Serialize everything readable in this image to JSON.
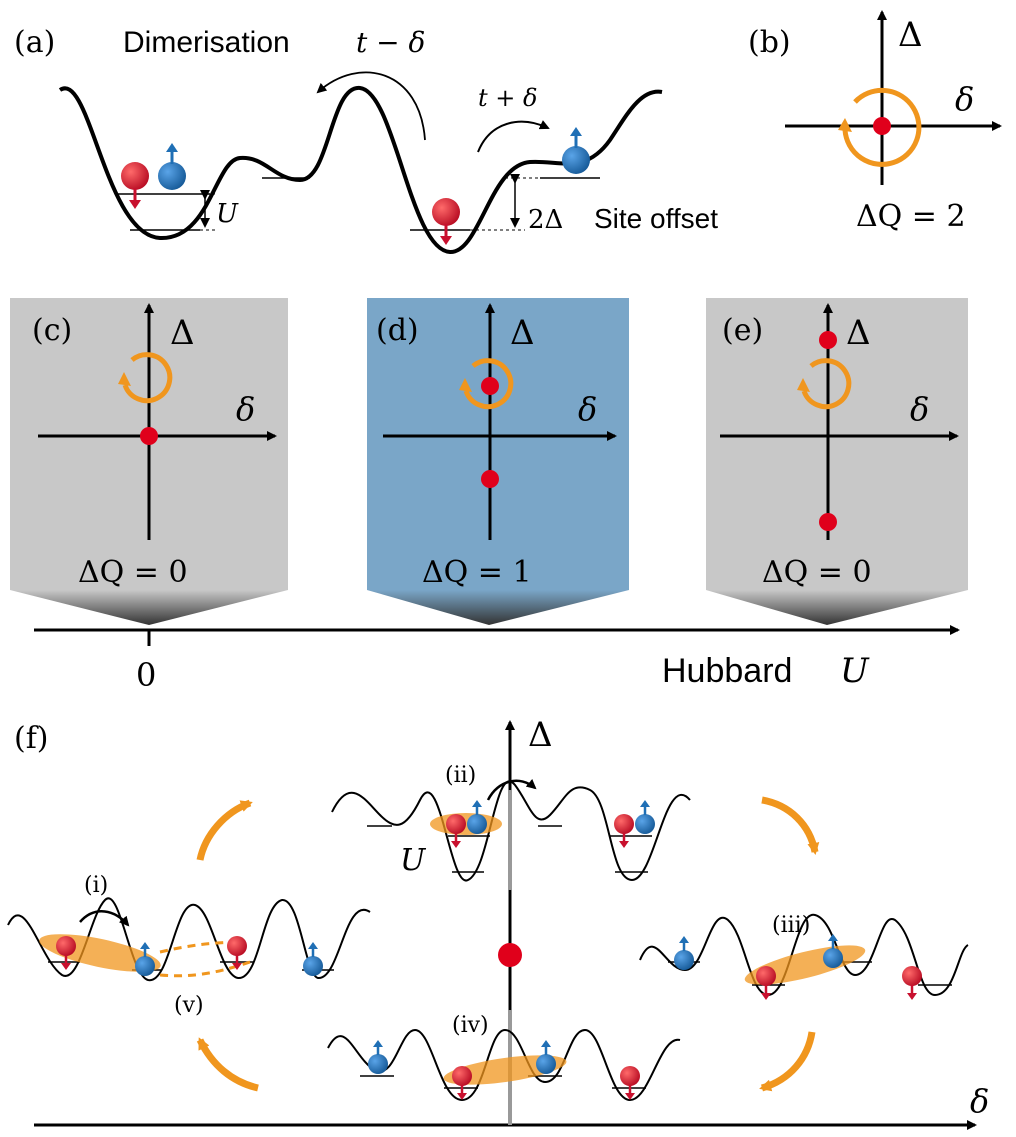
{
  "panel_a": {
    "tag": "(a)",
    "title": "Dimerisation",
    "hop_left": "t − δ",
    "hop_right": "t + δ",
    "u_label": "U",
    "offset_label": "2Δ",
    "offset_text": "Site offset"
  },
  "panel_b": {
    "tag": "(b)",
    "y_axis": "Δ",
    "x_axis": "δ",
    "chern": "ΔQ = 2"
  },
  "panel_c": {
    "tag": "(c)",
    "y_axis": "Δ",
    "x_axis": "δ",
    "chern": "ΔQ = 0"
  },
  "panel_d": {
    "tag": "(d)",
    "y_axis": "Δ",
    "x_axis": "δ",
    "chern": "ΔQ = 1"
  },
  "panel_e": {
    "tag": "(e)",
    "y_axis": "Δ",
    "x_axis": "δ",
    "chern": "ΔQ = 0"
  },
  "hubbard_axis": {
    "zero_tick": "0",
    "label_text": "Hubbard",
    "label_var": "U"
  },
  "panel_f": {
    "tag": "(f)",
    "y_axis": "Δ",
    "x_axis": "δ",
    "stage_i": "(i)",
    "stage_ii": "(ii)",
    "stage_iii": "(iii)",
    "stage_iv": "(iv)",
    "stage_v": "(v)",
    "u_label": "U"
  },
  "colors": {
    "spin_down": "#c8102e",
    "spin_up": "#1f6fb5",
    "pump_loop": "#f0961e",
    "singularity": "#e0001b",
    "panel_grey": "#c8c8c8",
    "panel_blue": "#7aa6c8"
  }
}
